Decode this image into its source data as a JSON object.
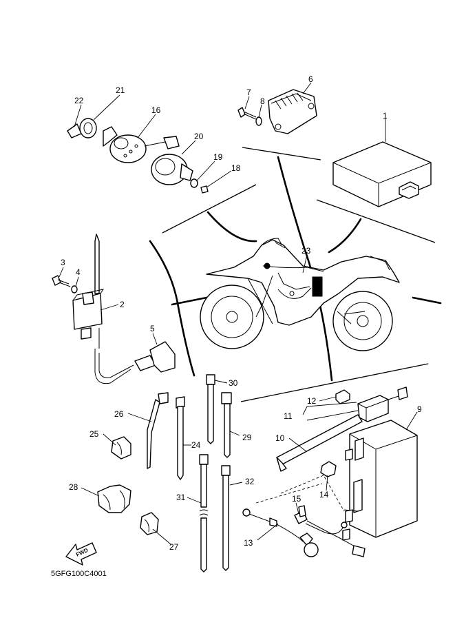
{
  "callouts": [
    {
      "n": "1"
    },
    {
      "n": "2"
    },
    {
      "n": "3"
    },
    {
      "n": "4"
    },
    {
      "n": "5"
    },
    {
      "n": "6"
    },
    {
      "n": "7"
    },
    {
      "n": "8"
    },
    {
      "n": "9"
    },
    {
      "n": "10"
    },
    {
      "n": "11"
    },
    {
      "n": "12"
    },
    {
      "n": "13"
    },
    {
      "n": "14"
    },
    {
      "n": "15"
    },
    {
      "n": "16"
    },
    {
      "n": "18"
    },
    {
      "n": "19"
    },
    {
      "n": "20"
    },
    {
      "n": "21"
    },
    {
      "n": "22"
    },
    {
      "n": "23"
    },
    {
      "n": "24"
    },
    {
      "n": "25"
    },
    {
      "n": "26"
    },
    {
      "n": "27"
    },
    {
      "n": "28"
    },
    {
      "n": "29"
    },
    {
      "n": "30"
    },
    {
      "n": "31"
    },
    {
      "n": "32"
    }
  ],
  "direction_marker": "FWD",
  "diagram_code": "5GFG100C4001"
}
